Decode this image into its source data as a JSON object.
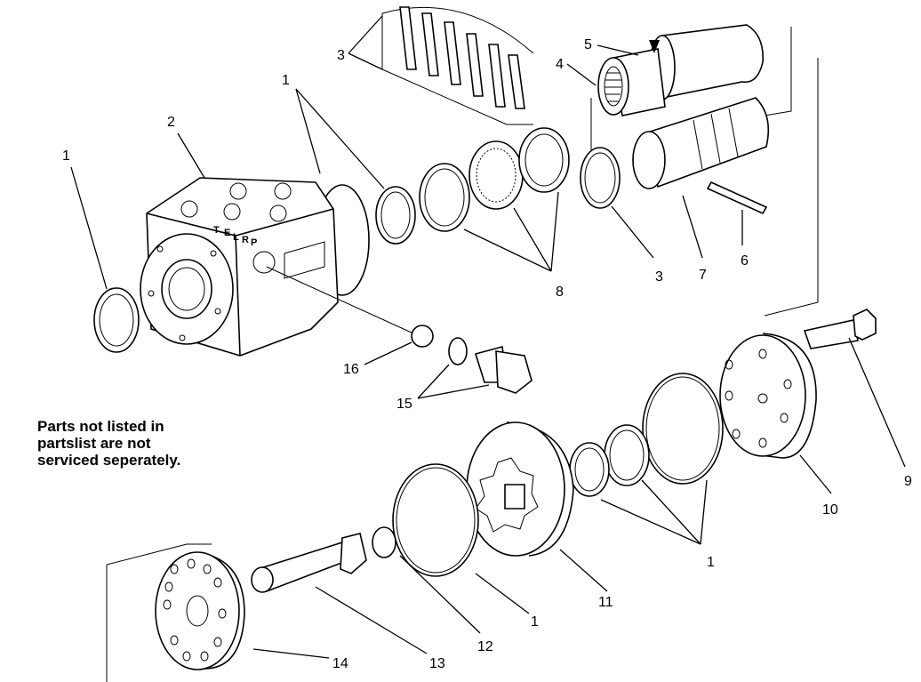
{
  "note": {
    "lines": [
      "Parts not listed in",
      "partslist are not",
      "serviced seperately."
    ]
  },
  "callouts": [
    {
      "id": "c1a",
      "text": "1"
    },
    {
      "id": "c2",
      "text": "2"
    },
    {
      "id": "c1b",
      "text": "1"
    },
    {
      "id": "c3a",
      "text": "3"
    },
    {
      "id": "c5",
      "text": "5"
    },
    {
      "id": "c4",
      "text": "4"
    },
    {
      "id": "c8",
      "text": "8"
    },
    {
      "id": "c3b",
      "text": "3"
    },
    {
      "id": "c7",
      "text": "7"
    },
    {
      "id": "c6",
      "text": "6"
    },
    {
      "id": "c16",
      "text": "16"
    },
    {
      "id": "c15",
      "text": "15"
    },
    {
      "id": "c9",
      "text": "9"
    },
    {
      "id": "c10",
      "text": "10"
    },
    {
      "id": "c1c",
      "text": "1"
    },
    {
      "id": "c11",
      "text": "11"
    },
    {
      "id": "c1d",
      "text": "1"
    },
    {
      "id": "c12",
      "text": "12"
    },
    {
      "id": "c13",
      "text": "13"
    },
    {
      "id": "c14",
      "text": "14"
    }
  ],
  "port_letters": [
    "T",
    "E",
    "L",
    "R",
    "P"
  ]
}
